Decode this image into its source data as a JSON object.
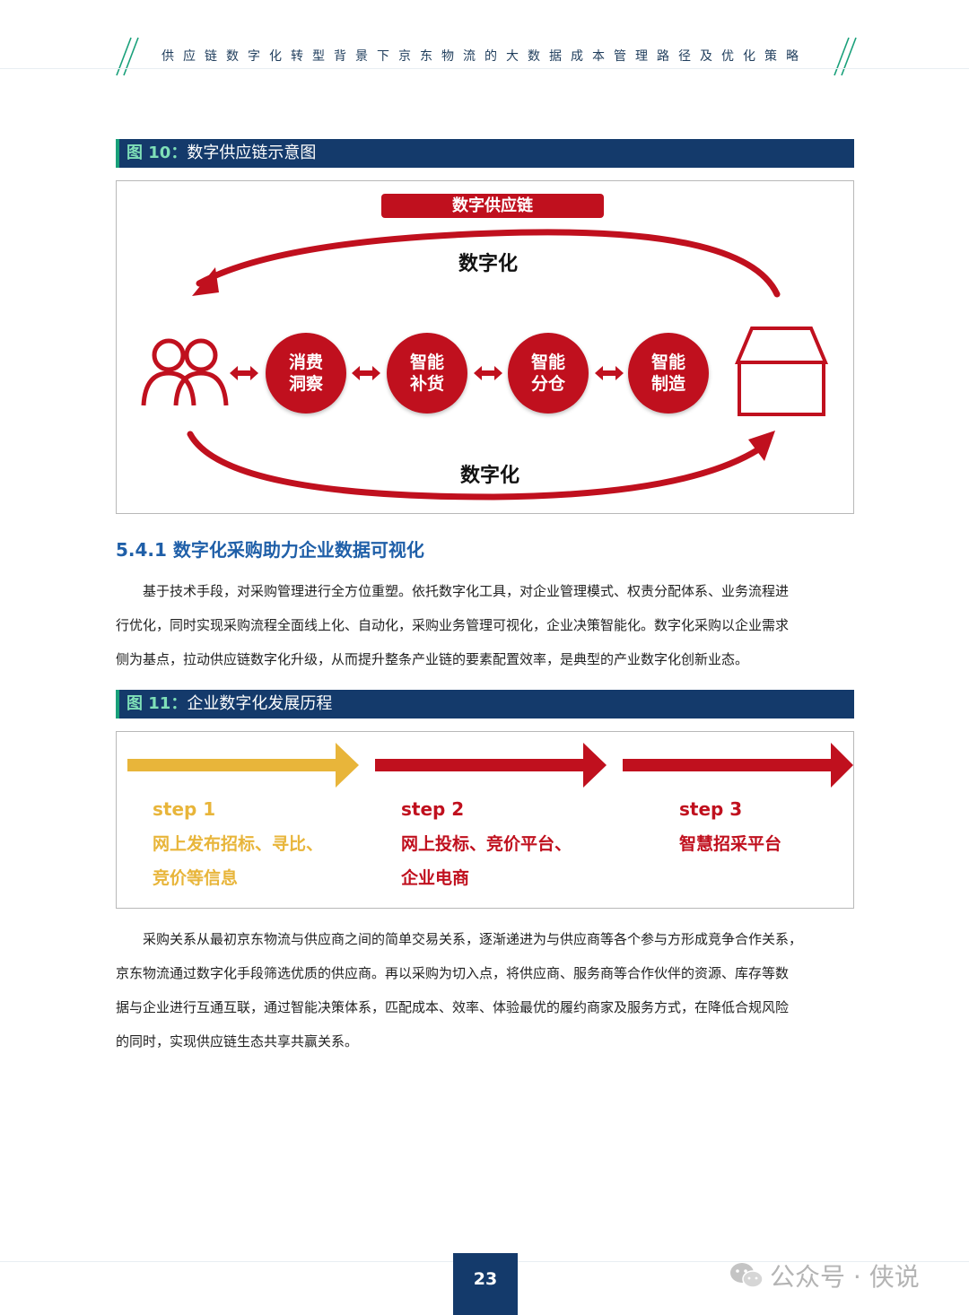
{
  "header": {
    "title": "供应链数字化转型背景下京东物流的大数据成本管理路径及优化策略"
  },
  "figure10": {
    "number": "图 10：",
    "caption": "数字供应链示意图",
    "banner": "数字供应链",
    "top_label": "数字化",
    "bottom_label": "数字化",
    "nodes": [
      {
        "line1": "消费",
        "line2": "洞察"
      },
      {
        "line1": "智能",
        "line2": "补货"
      },
      {
        "line1": "智能",
        "line2": "分仓"
      },
      {
        "line1": "智能",
        "line2": "制造"
      }
    ],
    "icons": [
      "people-icon",
      "factory-icon"
    ],
    "accent_color": "#c0101e"
  },
  "section": {
    "heading": "5.4.1 数字化采购助力企业数据可视化",
    "paragraph1": [
      "基于技术手段，对采购管理进行全方位重塑。依托数字化工具，对企业管理模式、权责分配体系、业务流程进",
      "行优化，同时实现采购流程全面线上化、自动化，采购业务管理可视化，企业决策智能化。数字化采购以企业需求",
      "侧为基点，拉动供应链数字化升级，从而提升整条产业链的要素配置效率，是典型的产业数字化创新业态。"
    ]
  },
  "figure11": {
    "number": "图 11：",
    "caption": "企业数字化发展历程",
    "steps": [
      {
        "label": "step 1",
        "line1": "网上发布招标、寻比、",
        "line2": "竞价等信息",
        "color": "#e8b53a"
      },
      {
        "label": "step 2",
        "line1": "网上投标、竞价平台、",
        "line2": "企业电商",
        "color": "#c0101e"
      },
      {
        "label": "step 3",
        "line1": "智慧招采平台",
        "line2": "",
        "color": "#c0101e"
      }
    ]
  },
  "paragraph2": [
    "采购关系从最初京东物流与供应商之间的简单交易关系，逐渐递进为与供应商等各个参与方形成竞争合作关系，",
    "京东物流通过数字化手段筛选优质的供应商。再以采购为切入点，将供应商、服务商等合作伙伴的资源、库存等数",
    "据与企业进行互通互联，通过智能决策体系，匹配成本、效率、体验最优的履约商家及服务方式，在降低合规风险",
    "的同时，实现供应链生态共享共赢关系。"
  ],
  "footer": {
    "page_number": "23",
    "watermark": "公众号 · 侠说"
  },
  "colors": {
    "navy": "#143a6b",
    "red": "#c0101e",
    "gold": "#e8b53a",
    "heading_blue": "#1f5fa8"
  }
}
